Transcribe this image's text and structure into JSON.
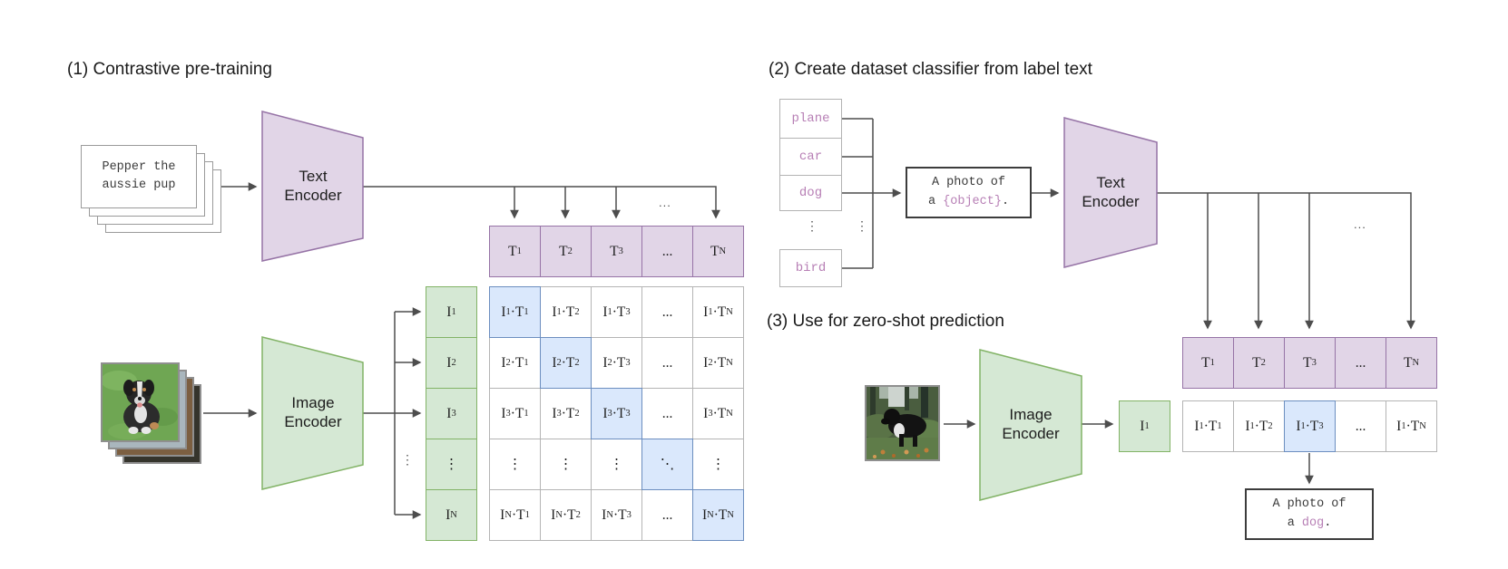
{
  "glyphs": {
    "hdots": "...",
    "vdots": "⋮"
  },
  "colors": {
    "purple_fill": "#e1d5e7",
    "purple_border": "#9673a6",
    "green_fill": "#d5e8d4",
    "green_border": "#82b366",
    "blue_fill": "#dae8fc",
    "blue_border": "#6c8ebf",
    "mauve_text": "#b77fb5",
    "line": "#4d4d4d"
  },
  "s1": {
    "title": "(1) Contrastive pre-training",
    "card": {
      "line1": "Pepper the",
      "line2": "aussie pup"
    },
    "text_encoder": "Text Encoder",
    "image_encoder": "Image Encoder",
    "t_row": [
      "T_1",
      "T_2",
      "T_3",
      "...",
      "T_N"
    ],
    "i_col": [
      "I_1",
      "I_2",
      "I_3",
      "⋮",
      "I_N"
    ],
    "matrix": [
      [
        "I_1·T_1",
        "I_1·T_2",
        "I_1·T_3",
        "...",
        "I_1·T_N"
      ],
      [
        "I_2·T_1",
        "I_2·T_2",
        "I_2·T_3",
        "...",
        "I_2·T_N"
      ],
      [
        "I_3·T_1",
        "I_3·T_2",
        "I_3·T_3",
        "...",
        "I_3·T_N"
      ],
      [
        "⋮",
        "⋮",
        "⋮",
        "⋱",
        "⋮"
      ],
      [
        "I_N·T_1",
        "I_N·T_2",
        "I_N·T_3",
        "...",
        "I_N·T_N"
      ]
    ]
  },
  "s2": {
    "title": "(2) Create dataset classifier from label text",
    "labels": [
      "plane",
      "car",
      "dog",
      "bird"
    ],
    "prompt": {
      "line1": "A photo of",
      "line2_prefix": "a ",
      "line2_object": "{object}",
      "line2_suffix": "."
    },
    "text_encoder": "Text Encoder",
    "t_row": [
      "T_1",
      "T_2",
      "T_3",
      "...",
      "T_N"
    ]
  },
  "s3": {
    "title": "(3) Use for zero-shot prediction",
    "image_encoder": "Image Encoder",
    "i_cell": "I_1",
    "row": [
      "I_1·T_1",
      "I_1·T_2",
      "I_1·T_3",
      "...",
      "I_1·T_N"
    ],
    "prompt": {
      "line1": "A photo of",
      "line2_prefix": "a ",
      "line2_object": "dog",
      "line2_suffix": "."
    }
  }
}
